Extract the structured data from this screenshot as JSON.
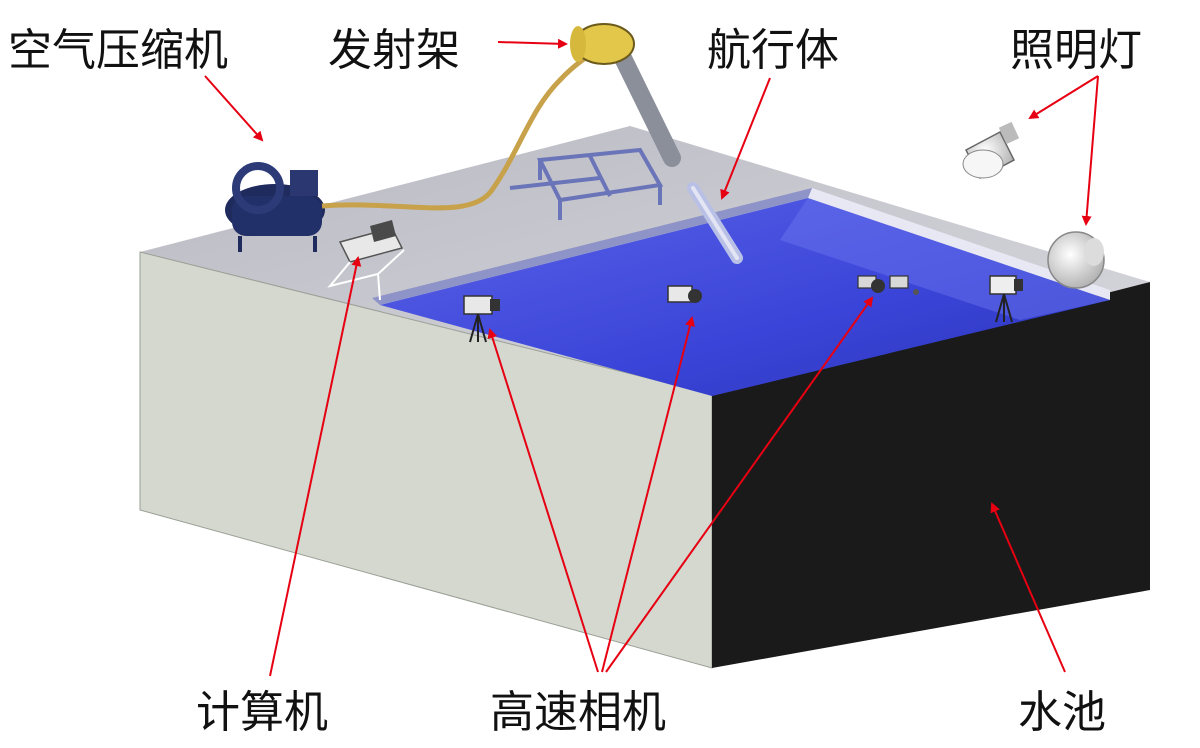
{
  "labels": {
    "air_compressor": "空气压缩机",
    "launcher": "发射架",
    "vehicle": "航行体",
    "lights": "照明灯",
    "computer": "计算机",
    "high_speed_cameras": "高速相机",
    "pool": "水池"
  },
  "colors": {
    "arrow": "#e60012",
    "water": "#3a44d8",
    "water_light": "#6d78f0",
    "deck_top": "#c9c9cf",
    "front_wall": "#d4d8d0",
    "side_wall": "#1a1a1a",
    "compressor": "#1e2b5c",
    "hose": "#c8a24a",
    "launcher_cylinder": "#e3c74a"
  },
  "icons": [
    "air-compressor-icon",
    "launcher-icon",
    "vehicle-icon",
    "lamp-icon",
    "laptop-icon",
    "camera-icon"
  ]
}
